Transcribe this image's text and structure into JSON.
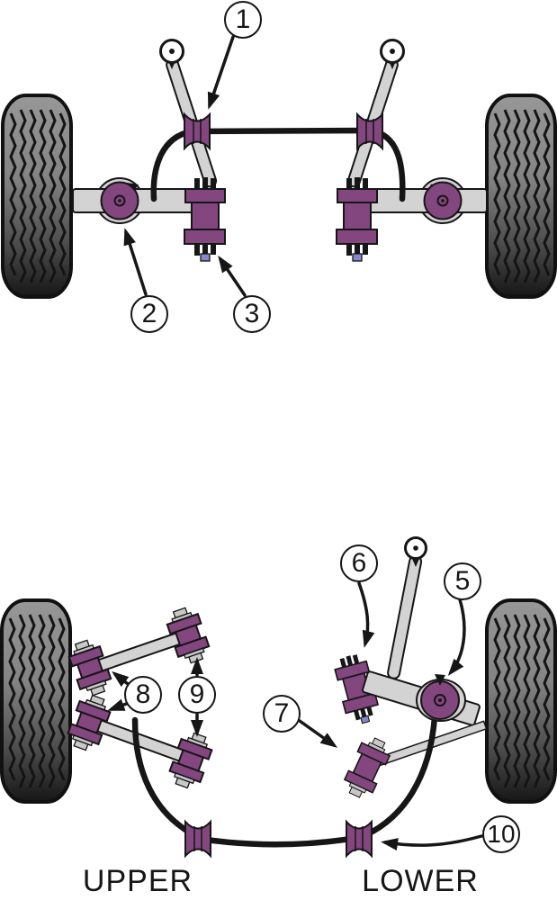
{
  "colors": {
    "background": "#ffffff",
    "callout_bg": "#ffffff",
    "outline": "#161616",
    "bush_purple": "#83467f",
    "arm_gray": "#d3d3d3",
    "washer_gray": "#c8c8c8",
    "end_cap_blue": "#8787cd"
  },
  "front_diagram": {
    "callouts": [
      {
        "number": "1"
      },
      {
        "number": "2"
      },
      {
        "number": "3"
      }
    ]
  },
  "rear_diagram": {
    "callouts": [
      {
        "number": "5"
      },
      {
        "number": "6"
      },
      {
        "number": "7"
      },
      {
        "number": "8"
      },
      {
        "number": "9"
      },
      {
        "number": "10"
      }
    ],
    "labels": {
      "upper": "UPPER",
      "lower": "LOWER"
    }
  }
}
